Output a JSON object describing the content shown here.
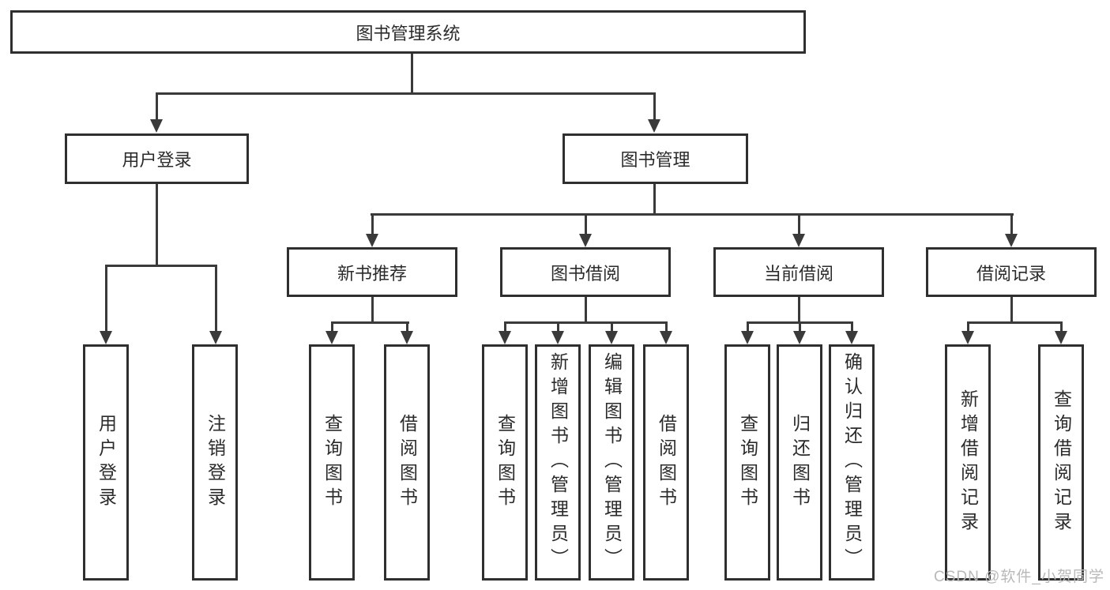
{
  "tree": {
    "root": {
      "label": "图书管理系统"
    },
    "branches": [
      {
        "label": "用户登录",
        "children": [
          {
            "label": "用户登录"
          },
          {
            "label": "注销登录"
          }
        ]
      },
      {
        "label": "图书管理",
        "children": [
          {
            "label": "新书推荐",
            "children": [
              {
                "label": "查询图书"
              },
              {
                "label": "借阅图书"
              }
            ]
          },
          {
            "label": "图书借阅",
            "children": [
              {
                "label": "查询图书"
              },
              {
                "label": "新增图书（管理员）"
              },
              {
                "label": "编辑图书（管理员）"
              },
              {
                "label": "借阅图书"
              }
            ]
          },
          {
            "label": "当前借阅",
            "children": [
              {
                "label": "查询图书"
              },
              {
                "label": "归还图书"
              },
              {
                "label": "确认归还（管理员）"
              }
            ]
          },
          {
            "label": "借阅记录",
            "children": [
              {
                "label": "新增借阅记录"
              },
              {
                "label": "查询借阅记录"
              }
            ]
          }
        ]
      }
    ]
  },
  "watermark": {
    "text": "CSDN @软件_小贺同学"
  },
  "colors": {
    "background": "#ffffff",
    "box_border": "#2f2f2f",
    "line": "#3a3a3a",
    "text": "#2b2b2b",
    "watermark": "#b9b9b9"
  }
}
